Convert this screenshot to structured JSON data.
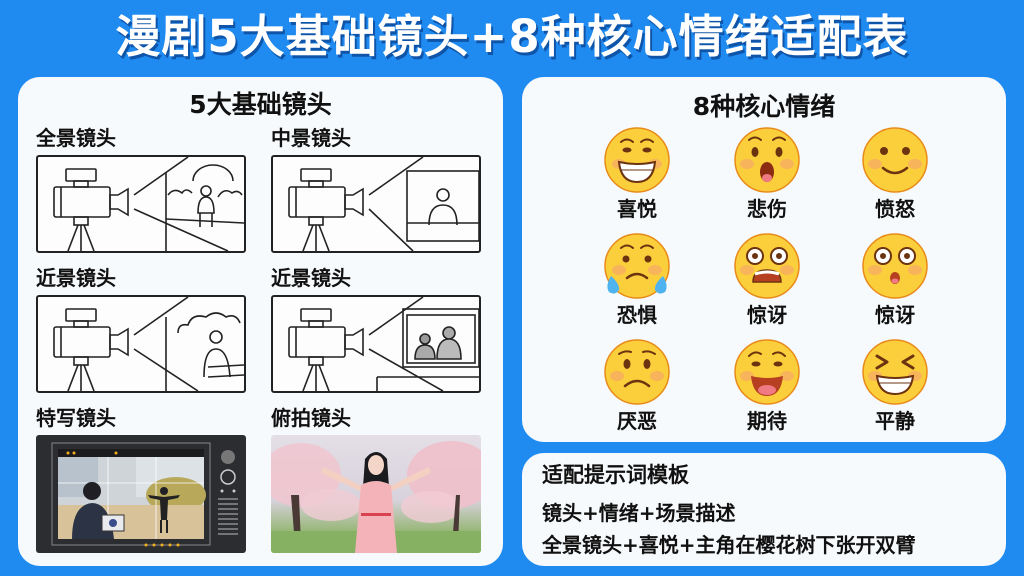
{
  "header": {
    "title": "漫剧5大基础镜头+8种核心情绪适配表"
  },
  "shots_panel": {
    "title": "5大基础镜头",
    "shots": [
      {
        "label": "全景镜头",
        "illustration": "camera-wide-shot-person-sitting-outdoors"
      },
      {
        "label": "中景镜头",
        "illustration": "camera-medium-shot-person-at-table"
      },
      {
        "label": "近景镜头",
        "illustration": "camera-close-shot-person-on-bench"
      },
      {
        "label": "近景镜头",
        "illustration": "camera-close-shot-two-people-window"
      },
      {
        "label": "特写镜头",
        "illustration": "camera-monitor-photographer-scene"
      },
      {
        "label": "俯拍镜头",
        "illustration": "woman-arms-open-cherry-blossoms-photo"
      }
    ]
  },
  "emotions_panel": {
    "title": "8种核心情绪",
    "emotions": [
      {
        "label": "喜悦",
        "icon": "grinning-face-icon"
      },
      {
        "label": "悲伤",
        "icon": "surprised-open-mouth-face-icon"
      },
      {
        "label": "愤怒",
        "icon": "slight-smile-face-icon"
      },
      {
        "label": "恐惧",
        "icon": "crying-tears-face-icon"
      },
      {
        "label": "惊讶",
        "icon": "fearful-wide-eyes-face-icon"
      },
      {
        "label": "惊讶",
        "icon": "astonished-wide-eyes-face-icon"
      },
      {
        "label": "厌恶",
        "icon": "frowning-face-icon"
      },
      {
        "label": "期待",
        "icon": "happy-open-mouth-face-icon"
      },
      {
        "label": "平静",
        "icon": "squinting-grin-face-icon"
      }
    ]
  },
  "prompt_panel": {
    "title": "适配提示词模板",
    "template": "镜头+情绪+场景描述",
    "example": "全景镜头+喜悦+主角在樱花树下张开双臂"
  },
  "colors": {
    "background": "#1f8af0",
    "panel": "#f7fafc",
    "emoji_face": "#fbcf3b",
    "emoji_outline": "#e88a1a",
    "emoji_feature": "#6b3310",
    "tear": "#4fb3ef"
  }
}
